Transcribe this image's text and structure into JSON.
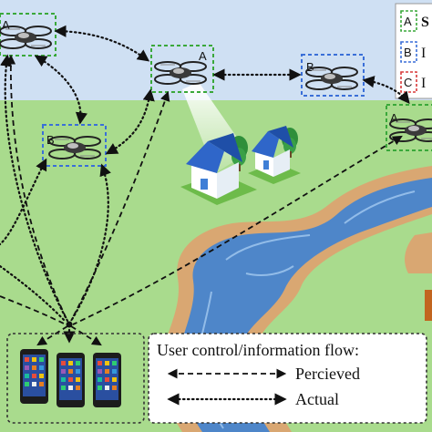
{
  "drones": [
    {
      "id": "d1",
      "label": "A"
    },
    {
      "id": "d2",
      "label": "B"
    },
    {
      "id": "d3",
      "label": "A"
    },
    {
      "id": "d4",
      "label": "B"
    },
    {
      "id": "d5",
      "label": "A"
    }
  ],
  "legend_partial": [
    {
      "badge": "A",
      "text": "S",
      "color": "#3aa83a"
    },
    {
      "badge": "B",
      "text": "I",
      "color": "#3a6fd8"
    },
    {
      "badge": "C",
      "text": "I",
      "color": "#d83a3a"
    }
  ],
  "flow_legend": {
    "title": "User control/information flow:",
    "perceived": "Percieved",
    "actual": "Actual"
  },
  "colors": {
    "sky": "#cfe0f3",
    "ground": "#a9db8d",
    "river": "#4e86c9",
    "riverbank": "#d9a772",
    "group_a": "#3aa83a",
    "group_b": "#3a6fd8",
    "group_c": "#d83a3a"
  }
}
